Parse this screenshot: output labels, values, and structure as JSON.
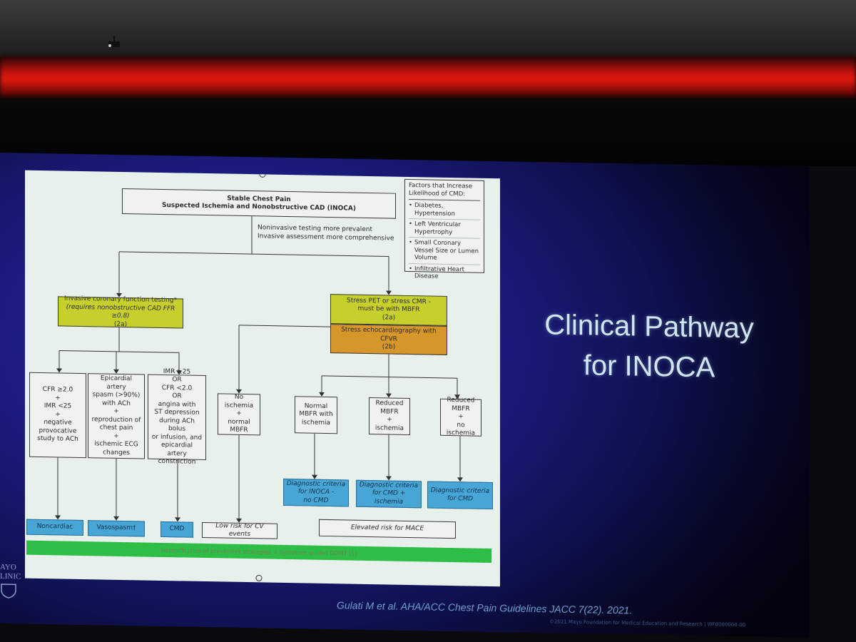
{
  "slide": {
    "title_line1": "Clinical Pathway",
    "title_line2": "for INOCA",
    "citation": "Gulati M et al. AHA/ACC Chest Pain Guidelines JACC 7(22). 2021.",
    "copyright": "©2021 Mayo Foundation for Medical Education and Research | WF0000000-00",
    "logo_line1": "AYO",
    "logo_line2": "LINIC"
  },
  "flowchart": {
    "root_line1": "Stable Chest Pain",
    "root_line2": "Suspected Ischemia and Nonobstructive CAD (INOCA)",
    "note_line1": "Noninvasive testing more prevalent",
    "note_line2": "Invasive assessment more comprehensive",
    "factors": {
      "heading": "Factors that Increase Likelihood of CMD:",
      "items": [
        "Diabetes, Hypertension",
        "Left Ventricular Hypertrophy",
        "Small Coronary Vessel Size or Lumen Volume",
        "Infiltrative Heart Disease"
      ]
    },
    "invasive_line1": "Invasive coronary function testing*",
    "invasive_line2": "(requires nonobstructive CAD FFR ≥0.8)",
    "invasive_line3": "(2a)",
    "stress_pet_line1": "Stress PET or stress CMR -",
    "stress_pet_line2": "must be with MBFR",
    "stress_pet_line3": "(2a)",
    "stress_echo_line1": "Stress echocardiography with CFVR",
    "stress_echo_line2": "(2b)",
    "inv1": [
      "CFR ≥2.0",
      "+",
      "IMR <25",
      "+",
      "negative",
      "provocative",
      "study to ACh"
    ],
    "inv2": [
      "Epicardial artery",
      "spasm (>90%)",
      "with ACh",
      "+",
      "reproduction of",
      "chest pain",
      "+",
      "ischemic ECG",
      "changes"
    ],
    "inv3": [
      "IMR ≥25",
      "OR",
      "CFR <2.0",
      "OR",
      "angina with",
      "ST depression",
      "during ACh bolus",
      "or infusion, and",
      "epicardial artery",
      "constriction"
    ],
    "ni1": [
      "No ischemia",
      "+",
      "normal",
      "MBFR"
    ],
    "ni2": [
      "Normal",
      "MBFR with",
      "ischemia"
    ],
    "ni3": [
      "Reduced",
      "MBFR",
      "+",
      "ischemia"
    ],
    "ni4": [
      "Reduced",
      "MBFR",
      "+",
      "no ischemia"
    ],
    "diag1": [
      "Diagnostic criteria",
      "for INOCA -",
      "no CMD"
    ],
    "diag2": [
      "Diagnostic criteria",
      "for CMD + ischemia"
    ],
    "diag3": [
      "Diagnostic criteria",
      "for CMD"
    ],
    "outcome_noncardiac": "Noncardiac",
    "outcome_vasospasm": "Vasospasm†",
    "outcome_cmd": "CMD",
    "outcome_lowrisk": "Low risk for CV events",
    "outcome_elevated": "Elevated risk for MACE",
    "bottom_bar": "Intensification of preventive strategies + symptom guided GDMT (1)"
  }
}
